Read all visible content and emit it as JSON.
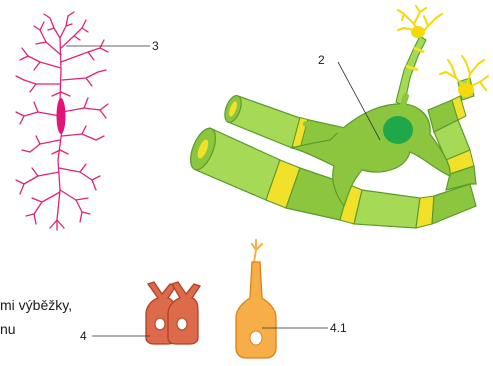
{
  "labels": {
    "l3": "3",
    "l2": "2",
    "l4": "4",
    "l41": "4.1"
  },
  "cut_text": {
    "line1": "mi výběžky,",
    "line2": "nu"
  },
  "colors": {
    "microglia": "#e0237a",
    "microglia_body": "#e0157a",
    "oligo_light": "#a6d955",
    "oligo_mid": "#8cc63f",
    "oligo_dark": "#5a9b2a",
    "oligo_nucleus": "#1fa84a",
    "node_yellow": "#f2e12b",
    "dendrite_yellow": "#f5d90a",
    "ependymal_fill": "#dd6a4a",
    "ependymal_stroke": "#b33f26",
    "cell41_fill": "#f7ad48",
    "cell41_stroke": "#d98318"
  },
  "icons": {
    "microglia": "microglia-cell-icon",
    "oligodendrocyte": "oligodendrocyte-with-myelin-sheaths-icon",
    "ependymal": "ependymal-cells-icon",
    "cell41": "cell-with-process-icon"
  }
}
